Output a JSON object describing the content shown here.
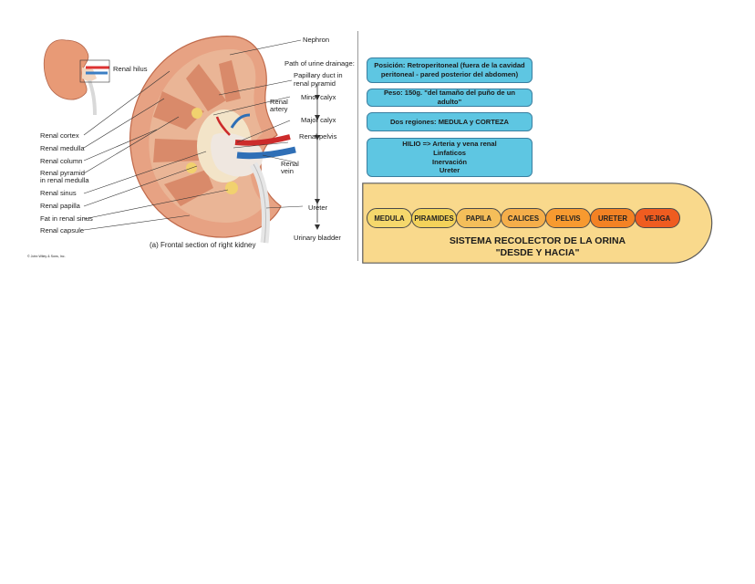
{
  "figure": {
    "labels": {
      "nephron": "Nephron",
      "path_title": "Path of urine drainage:",
      "papillary_duct": "Papillary duct in",
      "papillary_duct_2": "renal pyramid",
      "minor_calyx": "Minor calyx",
      "renal_artery": "Renal",
      "renal_artery_2": "artery",
      "major_calyx": "Major calyx",
      "renal_pelvis": "Renal pelvis",
      "renal_vein": "Renal",
      "renal_vein_2": "vein",
      "ureter": "Ureter",
      "urinary_bladder": "Urinary bladder",
      "renal_hilus": "Renal hilus",
      "renal_cortex": "Renal cortex",
      "renal_medulla": "Renal medulla",
      "renal_column": "Renal column",
      "renal_pyramid": "Renal pyramid",
      "renal_pyramid_2": "in renal medulla",
      "renal_sinus": "Renal sinus",
      "renal_papilla": "Renal papilla",
      "fat_sinus": "Fat in renal sinus",
      "renal_capsule": "Renal capsule"
    },
    "caption": "(a) Frontal section of right kidney",
    "copyright": "© John Wiley & Sons, Inc."
  },
  "info_boxes": {
    "posicion": {
      "line1": "Posición: Retroperitoneal (fuera de la cavidad",
      "line2": "peritoneal - pared posterior del abdomen)"
    },
    "peso": {
      "line1": "Peso: 150g. \"del tamaño del puño de un adulto\""
    },
    "regiones": {
      "line1": "Dos regiones: MEDULA  y CORTEZA"
    },
    "hilio": {
      "line1": "HILIO => Arteria y vena renal",
      "line2": "Linfaticos",
      "line3": "Inervación",
      "line4": "Ureter"
    }
  },
  "sequence": {
    "steps": [
      {
        "label": "MEDULA",
        "color": "#f5d86c"
      },
      {
        "label": "PIRAMIDES",
        "color": "#f3d25a"
      },
      {
        "label": "PAPILA",
        "color": "#f4be5a"
      },
      {
        "label": "CALICES",
        "color": "#f5ae4a"
      },
      {
        "label": "PELVIS",
        "color": "#f79a30"
      },
      {
        "label": "URETER",
        "color": "#f38224"
      },
      {
        "label": "VEJIGA",
        "color": "#ef5c20"
      }
    ],
    "title_line1": "SISTEMA RECOLECTOR DE LA ORINA",
    "title_line2": "\"DESDE Y HACIA\"",
    "panel_color": "#f9d98c"
  }
}
